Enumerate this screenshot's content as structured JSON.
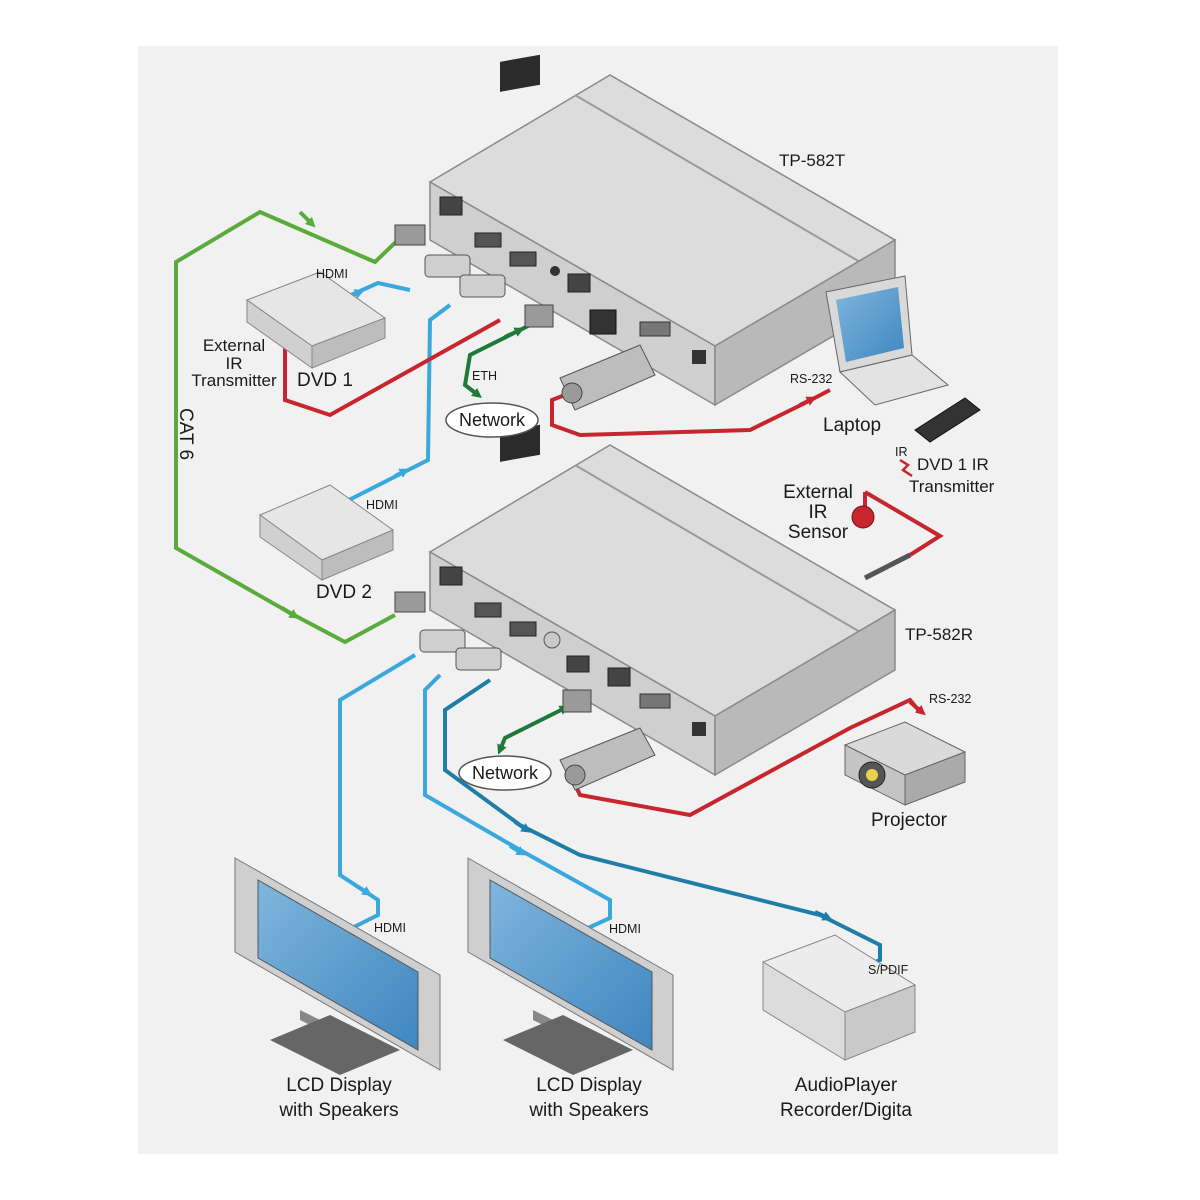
{
  "devices": {
    "transmitter": "TP-582T",
    "receiver": "TP-582R",
    "dvd1": "DVD 1",
    "dvd2": "DVD 2",
    "laptop": "Laptop",
    "projector": "Projector",
    "ext_ir_tx": [
      "External",
      "IR",
      "Transmitter"
    ],
    "ext_ir_sensor": [
      "External",
      "IR",
      "Sensor"
    ],
    "dvd1_ir_tx": [
      "DVD 1 IR",
      "Transmitter"
    ],
    "lcd1": [
      "LCD Display",
      "with Speakers"
    ],
    "lcd2": [
      "LCD Display",
      "with Speakers"
    ],
    "audio": [
      "AudioPlayer",
      "Recorder/Digita"
    ],
    "network_top": "Network",
    "network_bottom": "Network"
  },
  "cables": {
    "hdmi_dvd1": "HDMI",
    "hdmi_dvd2": "HDMI",
    "hdmi_lcd1": "HDMI",
    "hdmi_lcd2": "HDMI",
    "eth": "ETH",
    "cat6": "CAT 6",
    "rs232_laptop": "RS-232",
    "rs232_projector": "RS-232",
    "ir": "IR",
    "spdif": "S/PDIF"
  },
  "colors": {
    "hdmi": "#3aa8dd",
    "ir_rs232": "#c8262e",
    "cat6": "#5aab3c",
    "ethernet": "#1f7a3a",
    "spdif": "#1f7ea8"
  }
}
